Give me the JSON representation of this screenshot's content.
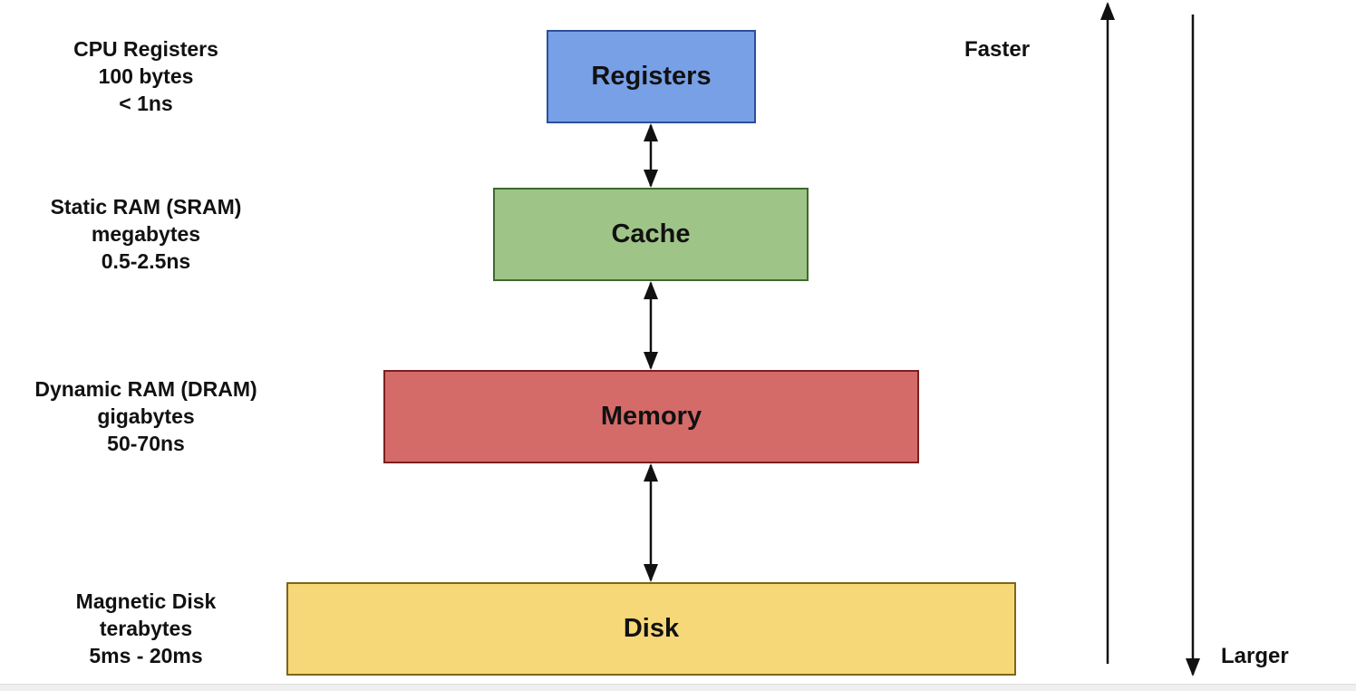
{
  "left_labels": {
    "registers": {
      "line1": "CPU Registers",
      "line2": "100 bytes",
      "line3": "< 1ns"
    },
    "sram": {
      "line1": "Static RAM (SRAM)",
      "line2": "megabytes",
      "line3": "0.5-2.5ns"
    },
    "dram": {
      "line1": "Dynamic RAM (DRAM)",
      "line2": "gigabytes",
      "line3": "50-70ns"
    },
    "disk": {
      "line1": "Magnetic Disk",
      "line2": "terabytes",
      "line3": "5ms - 20ms"
    }
  },
  "boxes": {
    "registers": "Registers",
    "cache": "Cache",
    "memory": "Memory",
    "disk": "Disk"
  },
  "side_labels": {
    "faster": "Faster",
    "larger": "Larger"
  },
  "colors": {
    "registers": "#78a0e6",
    "cache": "#9fc487",
    "memory": "#d46b68",
    "disk": "#f7d878"
  }
}
